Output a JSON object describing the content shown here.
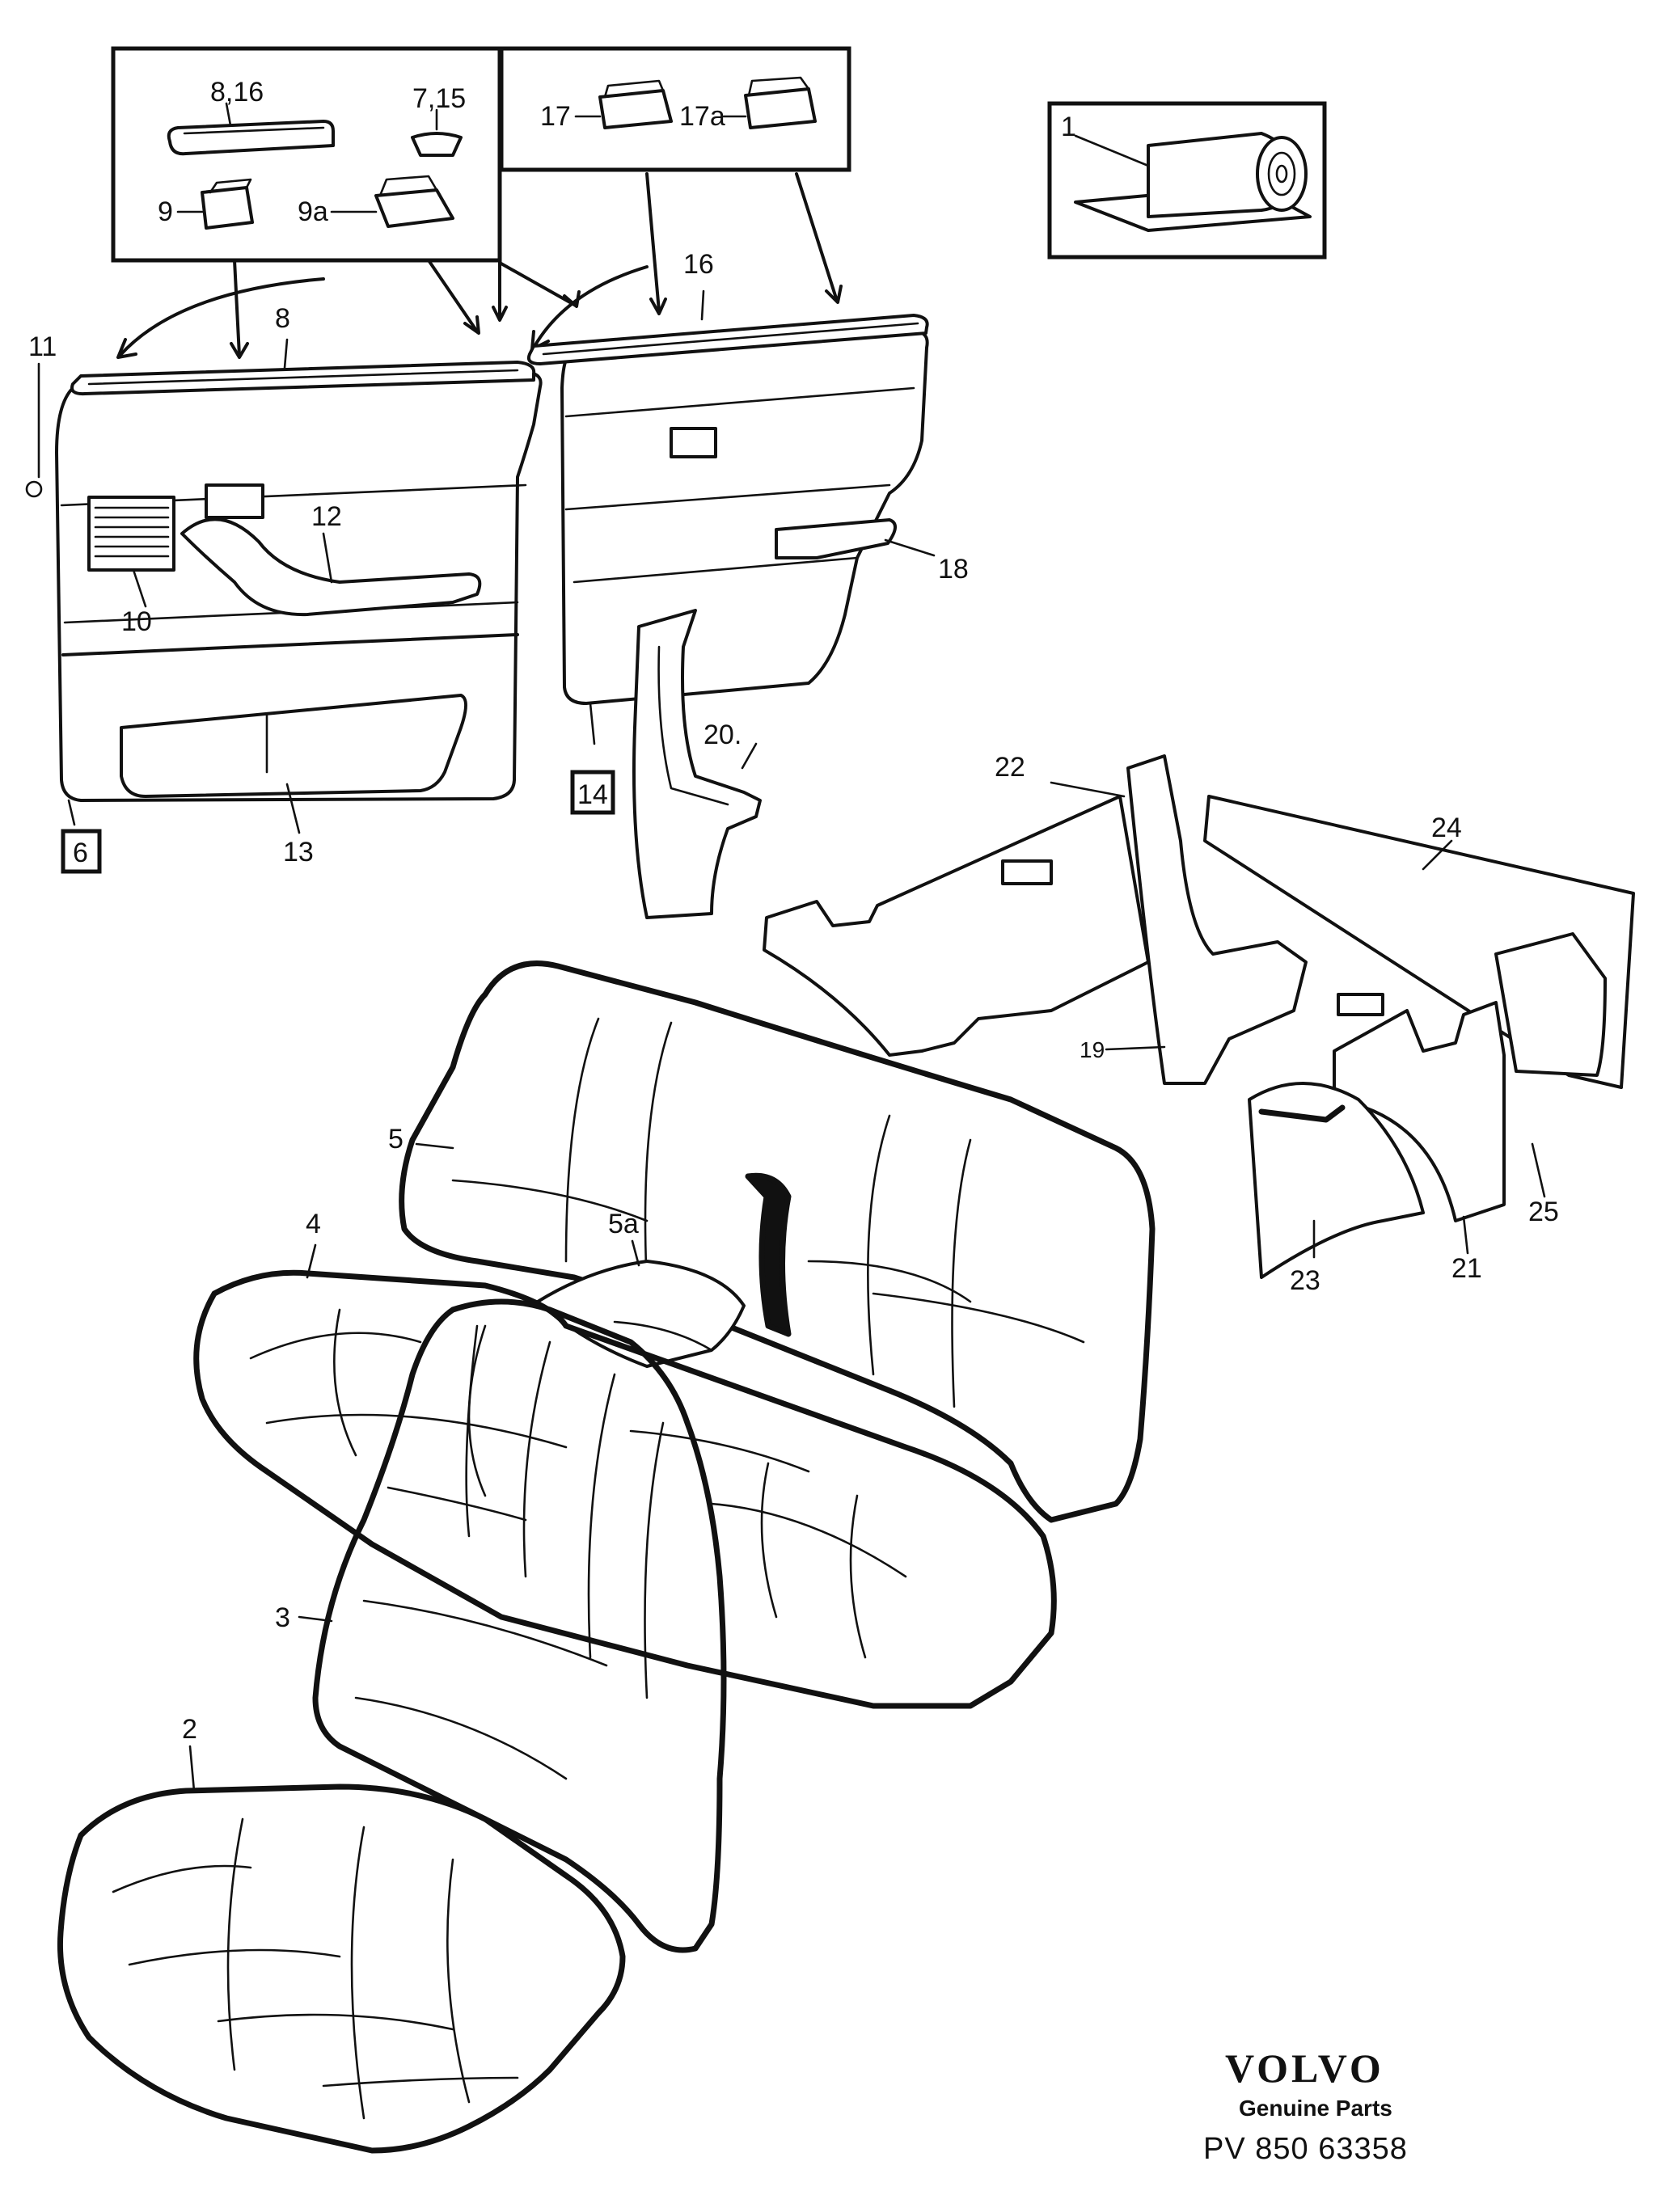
{
  "labels": {
    "p1": "1",
    "p2": "2",
    "p3": "3",
    "p4": "4",
    "p5": "5",
    "p5a": "5a",
    "p6": "6",
    "p7_15": "7,15",
    "p8_16": "8,16",
    "p8": "8",
    "p9": "9",
    "p9a": "9a",
    "p10": "10",
    "p11": "11",
    "p12": "12",
    "p13": "13",
    "p14": "14",
    "p16": "16",
    "p17": "17",
    "p17a": "17a",
    "p18": "18",
    "p19": "19",
    "p20": "20.",
    "p21": "21",
    "p22": "22",
    "p23": "23",
    "p24": "24",
    "p25": "25"
  },
  "brand": {
    "name": "VOLVO",
    "tagline": "Genuine Parts",
    "code": "PV  850  63358"
  }
}
